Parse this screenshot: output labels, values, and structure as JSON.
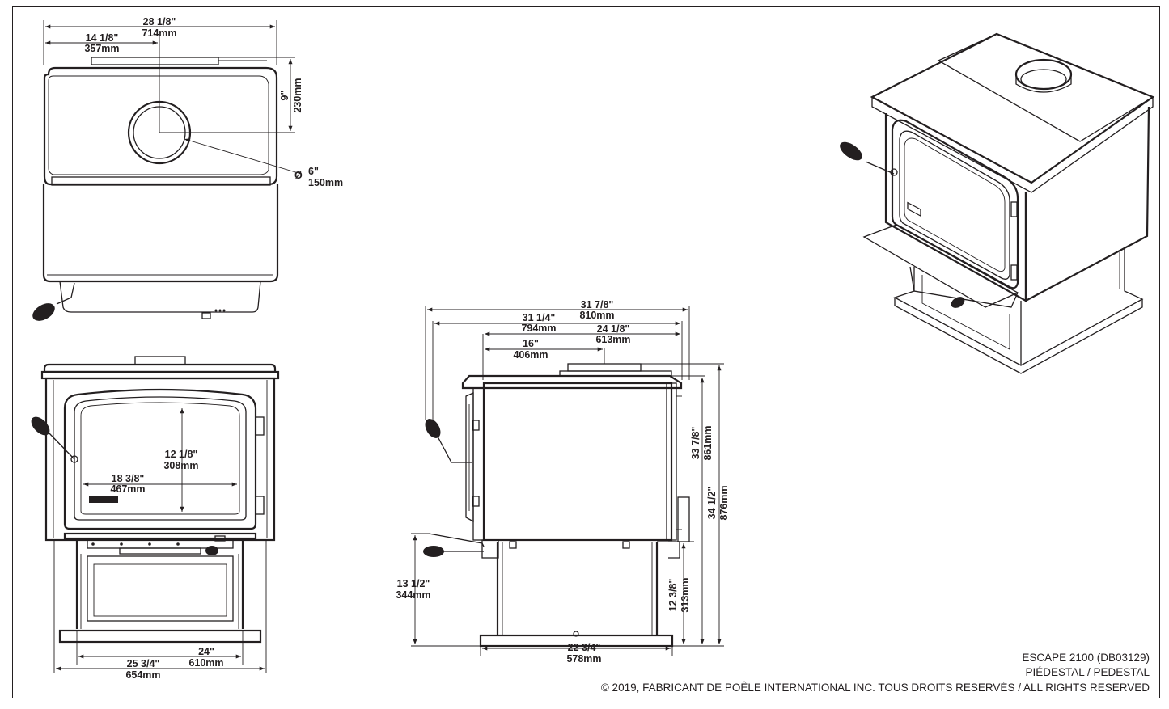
{
  "top_view": {
    "width": {
      "in": "28 1/8\"",
      "mm": "714mm"
    },
    "half_width": {
      "in": "14 1/8\"",
      "mm": "357mm"
    },
    "flue_depth": {
      "in": "9\"",
      "mm": "230mm"
    },
    "flue_diameter": {
      "symbol": "Ø",
      "in": "6\"",
      "mm": "150mm"
    }
  },
  "front_view": {
    "glass_height": {
      "in": "12 1/8\"",
      "mm": "308mm"
    },
    "glass_width": {
      "in": "18 3/8\"",
      "mm": "467mm"
    },
    "pedestal_width": {
      "in": "24\"",
      "mm": "610mm"
    },
    "overall_width": {
      "in": "25 3/4\"",
      "mm": "654mm"
    }
  },
  "side_view": {
    "overall_depth": {
      "in": "31 7/8\"",
      "mm": "810mm"
    },
    "depth_to_handle": {
      "in": "31 1/4\"",
      "mm": "794mm"
    },
    "body_depth": {
      "in": "24 1/8\"",
      "mm": "613mm"
    },
    "flue_setback": {
      "in": "16\"",
      "mm": "406mm"
    },
    "body_height": {
      "in": "33 7/8\"",
      "mm": "861mm"
    },
    "overall_height": {
      "in": "34 1/2\"",
      "mm": "876mm"
    },
    "handle_height": {
      "in": "13 1/2\"",
      "mm": "344mm"
    },
    "pedestal_height": {
      "in": "12 3/8\"",
      "mm": "313mm"
    },
    "base_depth": {
      "in": "22 3/4\"",
      "mm": "578mm"
    }
  },
  "footer": {
    "model": "ESCAPE 2100 (DB03129)",
    "variant": "PIÉDESTAL / PEDESTAL",
    "copyright": "© 2019, FABRICANT DE POÊLE INTERNATIONAL INC. TOUS DROITS RESERVÉS / ALL RIGHTS RESERVED"
  }
}
